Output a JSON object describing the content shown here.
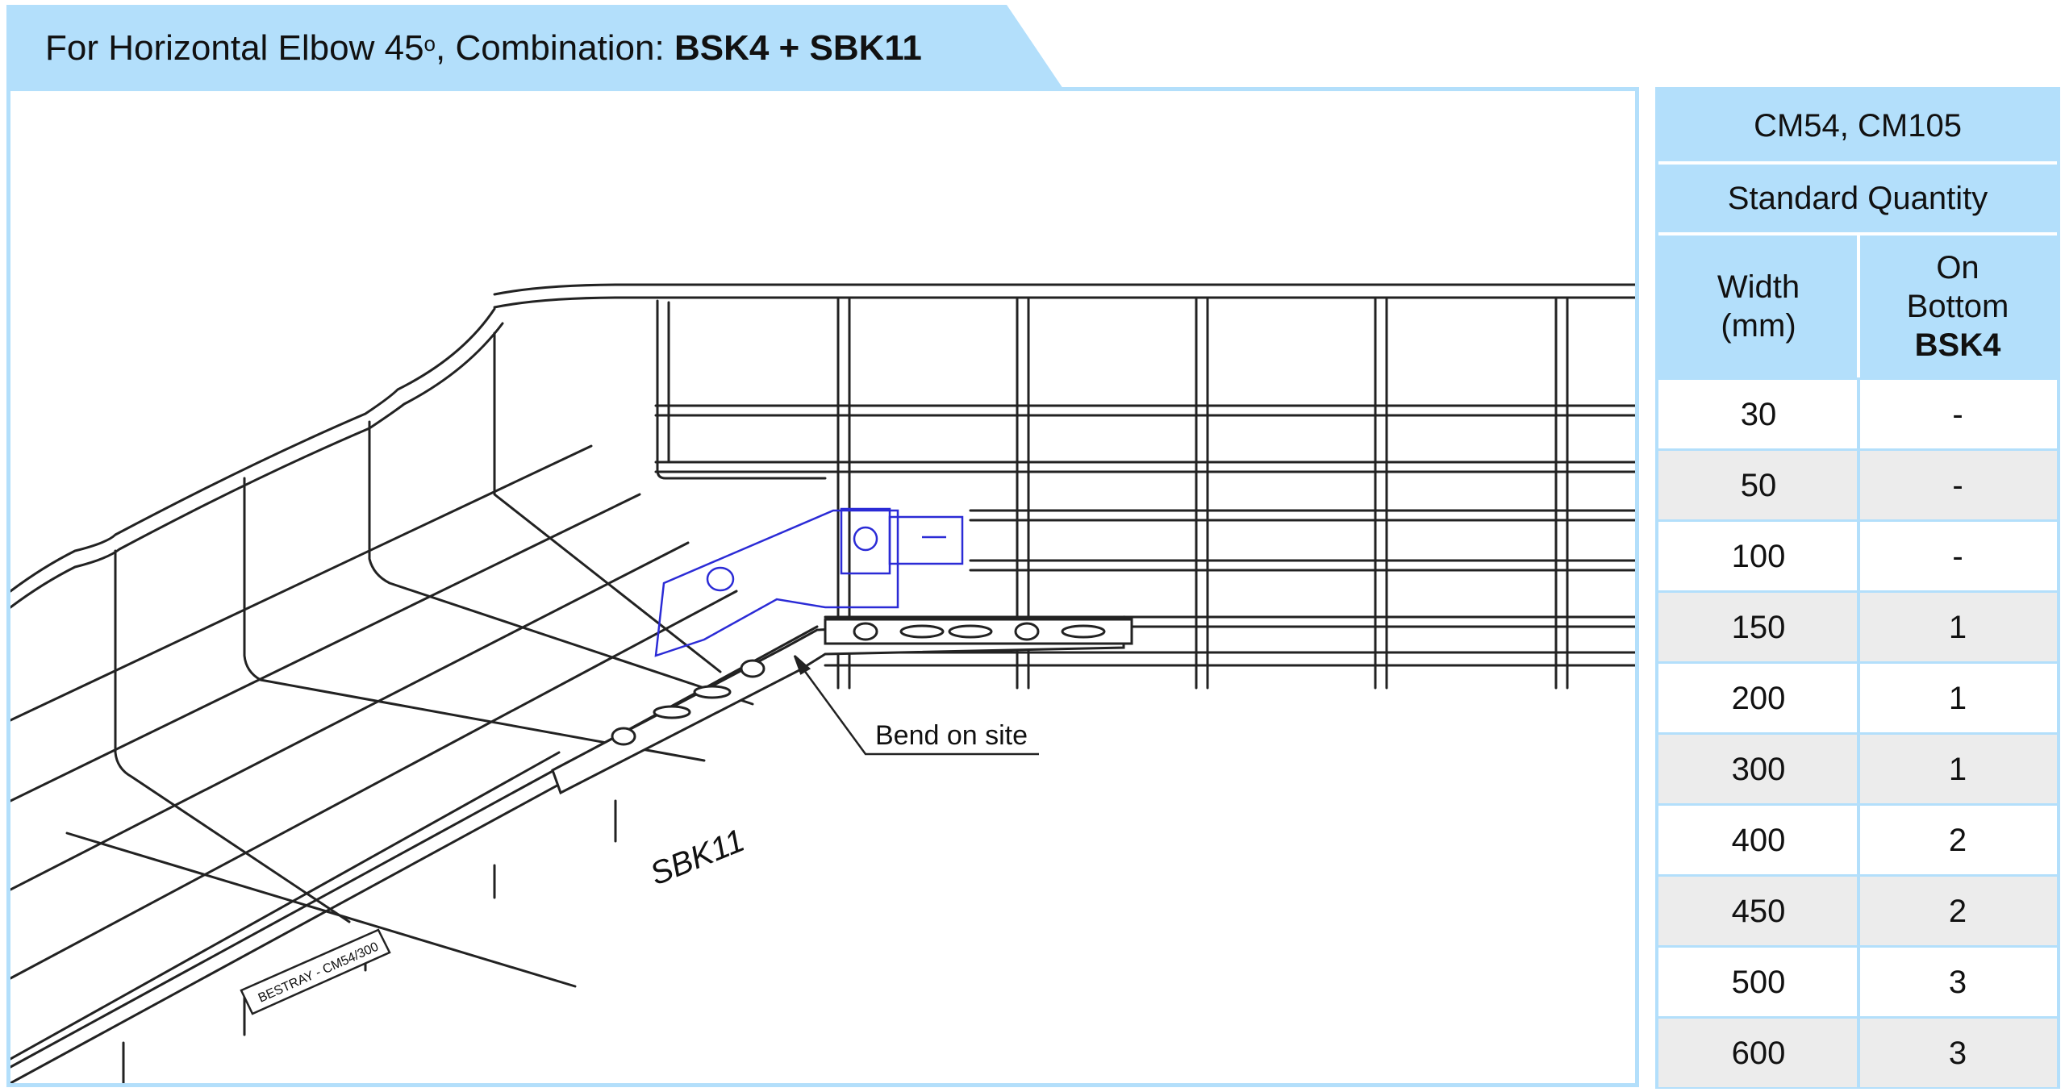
{
  "title": {
    "prefix": "For Horizontal Elbow 45",
    "degree": "o",
    "middle": ", Combination: ",
    "combination": "BSK4 + SBK11"
  },
  "drawing": {
    "part_label": "SBK11",
    "callout": "Bend on site",
    "tray_marking": "BESTRAY - CM54/300"
  },
  "table": {
    "header_models": "CM54, CM105",
    "header_quantity": "Standard Quantity",
    "col_width_line1": "Width",
    "col_width_line2": "(mm)",
    "col_on_line1": "On",
    "col_on_line2": "Bottom",
    "col_on_line3": "BSK4",
    "rows": [
      {
        "width": "30",
        "qty": "-"
      },
      {
        "width": "50",
        "qty": "-"
      },
      {
        "width": "100",
        "qty": "-"
      },
      {
        "width": "150",
        "qty": "1"
      },
      {
        "width": "200",
        "qty": "1"
      },
      {
        "width": "300",
        "qty": "1"
      },
      {
        "width": "400",
        "qty": "2"
      },
      {
        "width": "450",
        "qty": "2"
      },
      {
        "width": "500",
        "qty": "3"
      },
      {
        "width": "600",
        "qty": "3"
      }
    ]
  },
  "colors": {
    "accent_light_blue": "#b3dffb",
    "bracket_blue": "#2b2bd6",
    "row_alt_grey": "#ececec"
  }
}
